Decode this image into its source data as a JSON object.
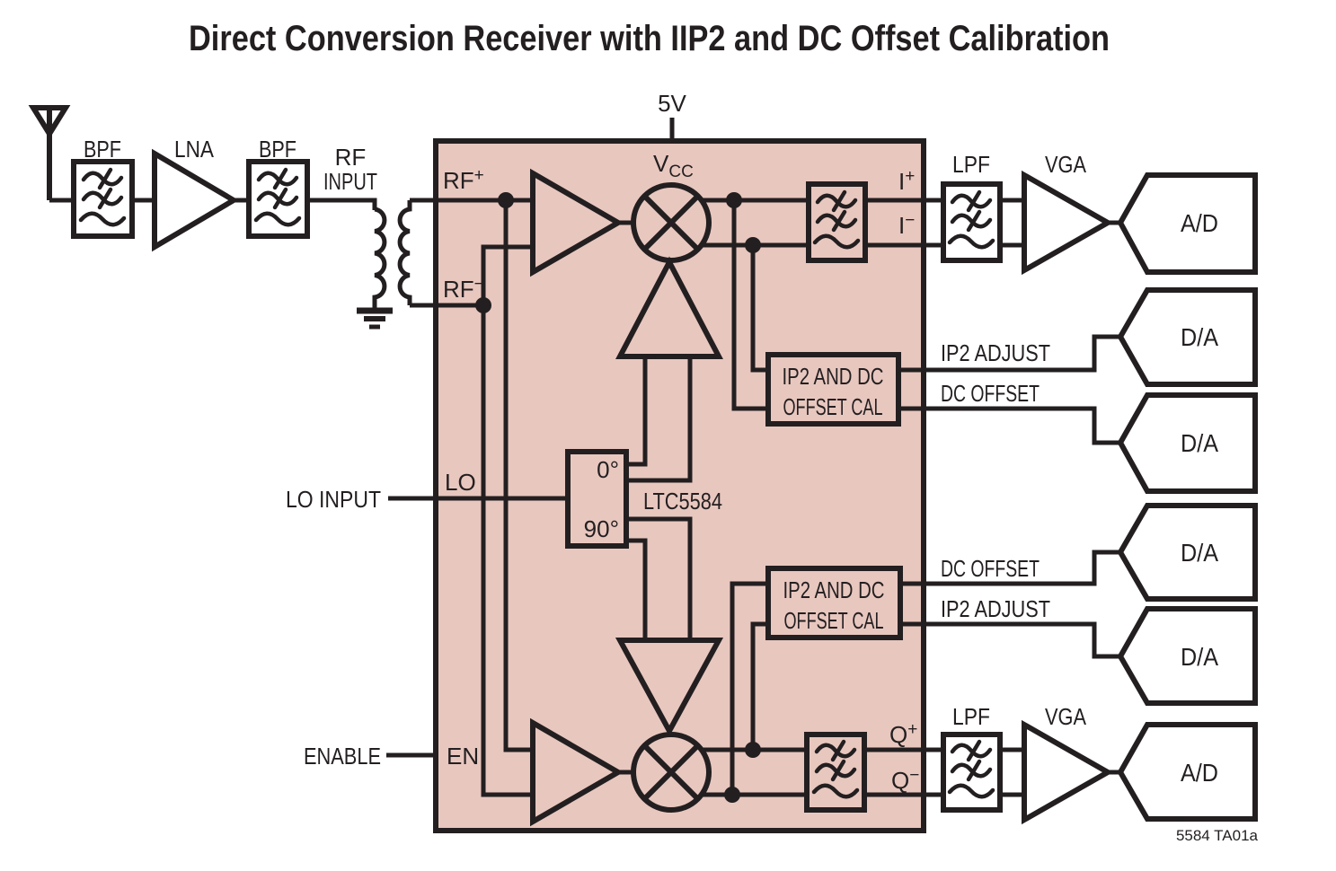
{
  "title": "Direct Conversion Receiver with IIP2 and DC Offset Calibration",
  "note": "5584 TA01a",
  "colors": {
    "ink": "#231f20",
    "chip_fill": "#e8c7bf",
    "background": "#ffffff"
  },
  "frontend": {
    "bpf1_label": "BPF",
    "lna_label": "LNA",
    "bpf2_label": "BPF",
    "rf_input_line1": "RF",
    "rf_input_line2": "INPUT"
  },
  "inputs": {
    "lo_input_label": "LO INPUT",
    "enable_label": "ENABLE"
  },
  "chip": {
    "part_number": "LTC5584",
    "supply_label": "5V",
    "vcc_base": "V",
    "vcc_sub": "CC",
    "rf_plus_base": "RF",
    "rf_plus_sup": "+",
    "rf_minus_base": "RF",
    "rf_minus_sup": "−",
    "lo_pin_label": "LO",
    "en_pin_label": "EN",
    "phase_0_label": "0°",
    "phase_90_label": "90°",
    "i_cal": {
      "line1": "IP2 AND DC",
      "line2": "OFFSET CAL"
    },
    "q_cal": {
      "line1": "IP2 AND DC",
      "line2": "OFFSET CAL"
    },
    "i_plus_base": "I",
    "i_plus_sup": "+",
    "i_minus_base": "I",
    "i_minus_sup": "−",
    "q_plus_base": "Q",
    "q_plus_sup": "+",
    "q_minus_base": "Q",
    "q_minus_sup": "−"
  },
  "i_chain": {
    "lpf_label": "LPF",
    "vga_label": "VGA",
    "adc_label": "A/D",
    "ip2_adjust_label": "IP2 ADJUST",
    "dc_offset_label": "DC OFFSET",
    "dac_ip2_label": "D/A",
    "dac_dc_label": "D/A"
  },
  "q_chain": {
    "lpf_label": "LPF",
    "vga_label": "VGA",
    "adc_label": "A/D",
    "dc_offset_label": "DC OFFSET",
    "ip2_adjust_label": "IP2 ADJUST",
    "dac_dc_label": "D/A",
    "dac_ip2_label": "D/A"
  }
}
